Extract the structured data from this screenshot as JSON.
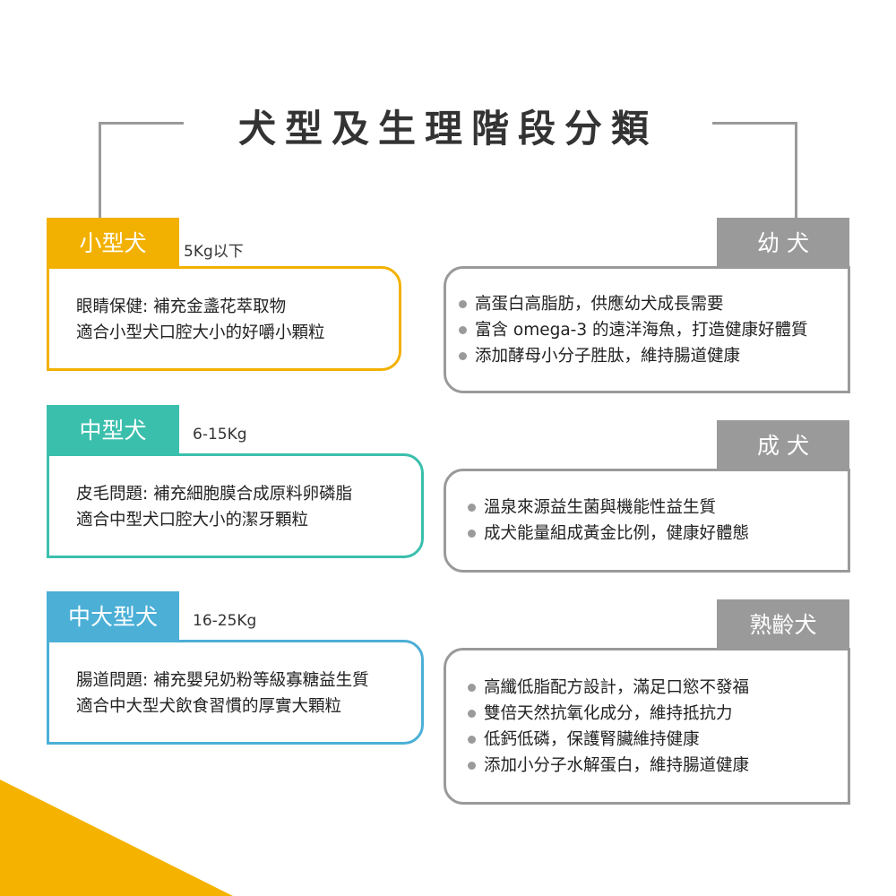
{
  "title": "犬型及生理階段分類",
  "colors": {
    "small": "#F2B100",
    "medium": "#3BBFAD",
    "large": "#4BAFD6",
    "gray": "#9A9A9A"
  },
  "sizes": [
    {
      "label": "小型犬",
      "weight": "5Kg以下",
      "lines": [
        "眼睛保健: 補充金盞花萃取物",
        "適合小型犬口腔大小的好嚼小顆粒"
      ]
    },
    {
      "label": "中型犬",
      "weight": "6-15Kg",
      "lines": [
        "皮毛問題: 補充細胞膜合成原料卵磷脂",
        "適合中型犬口腔大小的潔牙顆粒"
      ]
    },
    {
      "label": "中大型犬",
      "weight": "16-25Kg",
      "lines": [
        "腸道問題: 補充嬰兒奶粉等級寡糖益生質",
        "適合中大型犬飲食習慣的厚實大顆粒"
      ]
    }
  ],
  "stages": [
    {
      "label": "幼 犬",
      "bullets": [
        "高蛋白高脂肪，供應幼犬成長需要",
        "富含 omega-3 的遠洋海魚，打造健康好體質",
        "添加酵母小分子胜肽，維持腸道健康"
      ]
    },
    {
      "label": "成 犬",
      "bullets": [
        "溫泉來源益生菌與機能性益生質",
        "成犬能量組成黃金比例，健康好體態"
      ]
    },
    {
      "label": "熟齡犬",
      "bullets": [
        "高纖低脂配方設計，滿足口慾不發福",
        "雙倍天然抗氧化成分，維持抵抗力",
        "低鈣低磷，保護腎臟維持健康",
        "添加小分子水解蛋白，維持腸道健康"
      ]
    }
  ]
}
